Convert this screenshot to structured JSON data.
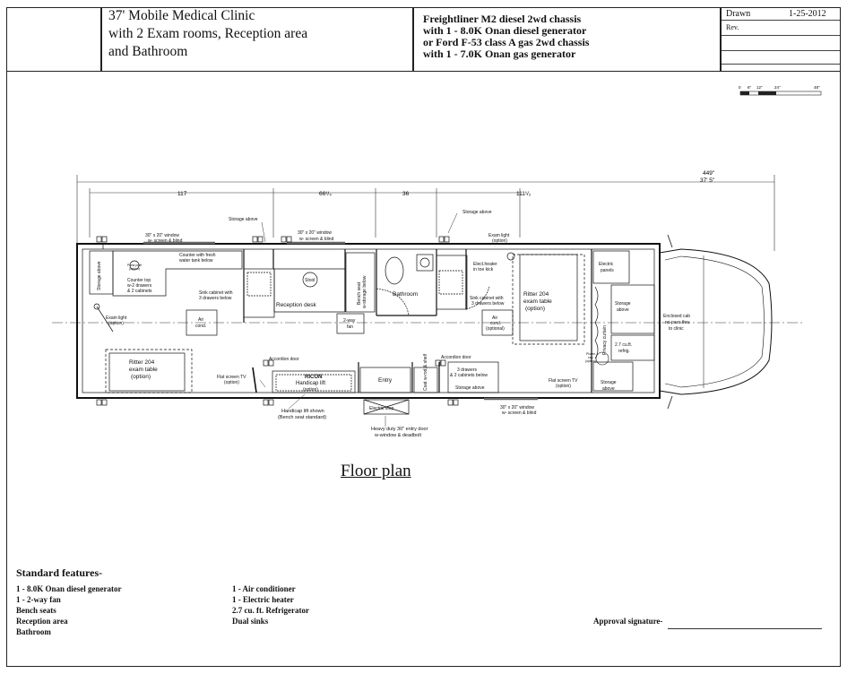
{
  "title_block": {
    "title": [
      "37' Mobile Medical Clinic",
      "with 2 Exam rooms, Reception area",
      "and Bathroom"
    ],
    "chassis": [
      "Freightliner M2  diesel  2wd chassis",
      "with 1 - 8.0K Onan diesel generator",
      "or Ford F-53 class A gas 2wd chassis",
      "with 1 - 7.0K Onan gas generator"
    ],
    "drawn_label": "Drawn",
    "drawn_date": "1-25-2012",
    "rev_label": "Rev."
  },
  "scale_bar": {
    "labels": [
      "0",
      "6\"",
      "12\"",
      "24\"",
      "48\""
    ]
  },
  "dimensions": {
    "overall": "449\"",
    "overall_ft": "37' 5\"",
    "seg1": "117",
    "seg2": "66¹/₄",
    "seg3": "36",
    "seg4": "111¹/₂"
  },
  "labels": {
    "storage_above_top": "Storage above",
    "window1": [
      "30\" x 20\" window",
      "w- screen & blind"
    ],
    "window2": [
      "30\" x 20\" window",
      "w- screen & blind"
    ],
    "storage_above_mid": "Storage above",
    "exam_light_top": [
      "Exam light",
      "(option)"
    ],
    "counter_fresh": [
      "Counter with fresh",
      "water tank below"
    ],
    "storage_left": "Storage above",
    "counter_top": [
      "Counter top",
      "w-2 drawers",
      "& 2 cabinets"
    ],
    "sink_cabinet_left": [
      "Sink cabinet with",
      "3 drawers below"
    ],
    "stool": "Stool",
    "reception_desk": "Reception desk",
    "bench_seat": [
      "Bench seat",
      "w-storage below"
    ],
    "bathroom": "Bathroom",
    "electric_heater": [
      "Elect.heater",
      "in toe kick"
    ],
    "sink_cabinet_right": [
      "Sink cabinet with",
      "3 drawers below"
    ],
    "ritter_right": [
      "Ritter 204",
      "exam table",
      "(option)"
    ],
    "electric_panels": [
      "Electric",
      "panels"
    ],
    "storage_above_right": [
      "Storage",
      "above"
    ],
    "enclosed_cab": [
      "Enclosed cab",
      "no pass thru",
      "to clinic"
    ],
    "privacy_curtain": "Privacy curtain",
    "refrig": [
      "2.7 cu.ft.",
      "refrig."
    ],
    "exam_light_left": [
      "Exam light",
      "(option)"
    ],
    "air_cond_left": [
      "Air",
      "cond."
    ],
    "two_way_fan": [
      "2-way",
      "fan"
    ],
    "air_cond_right": [
      "Air",
      "cond.",
      "(optional)"
    ],
    "ritter_left": [
      "Ritter 204",
      "exam table",
      "(option)"
    ],
    "flat_tv_left": [
      "Flat screen TV",
      "(option)"
    ],
    "accordion_left": "Accordion door",
    "ricon": [
      "RICON",
      "Handicap lift",
      "(option)"
    ],
    "entry": "Entry",
    "coat_rod": [
      "Coat w-rod",
      "& shelf"
    ],
    "accordion_right": "Accordion door",
    "drawers_cabinets": [
      "3 drawers",
      "& 2 cabinets below"
    ],
    "storage_above_low": "Storage above",
    "flat_tv_right": [
      "Flat screen TV",
      "(option)"
    ],
    "storage_above_lowright": [
      "Storage",
      "above"
    ],
    "window3": [
      "30\" x 20\" window",
      "w- screen & blind"
    ],
    "handicap_lift": [
      "Handicap lift shown",
      "(Bench seat standard)"
    ],
    "electric_step": "Electric step",
    "heavy_door": [
      "Heavy duty 30\" entry door",
      "w-window & deadbolt"
    ],
    "porta_potti": [
      "Porta potti",
      "(option)"
    ],
    "pharm_cab": [
      "Pharm",
      "cab",
      "(option)"
    ]
  },
  "floor_plan_caption": "Floor plan",
  "standard_features": {
    "heading": "Standard features-",
    "col1": [
      "1 - 8.0K Onan diesel generator",
      "1 - 2-way fan",
      "Bench seats",
      "Reception area",
      "Bathroom"
    ],
    "col2": [
      "1 - Air conditioner",
      "1 - Electric heater",
      "2.7 cu. ft.  Refrigerator",
      "Dual sinks"
    ]
  },
  "approval_label": "Approval signature-"
}
